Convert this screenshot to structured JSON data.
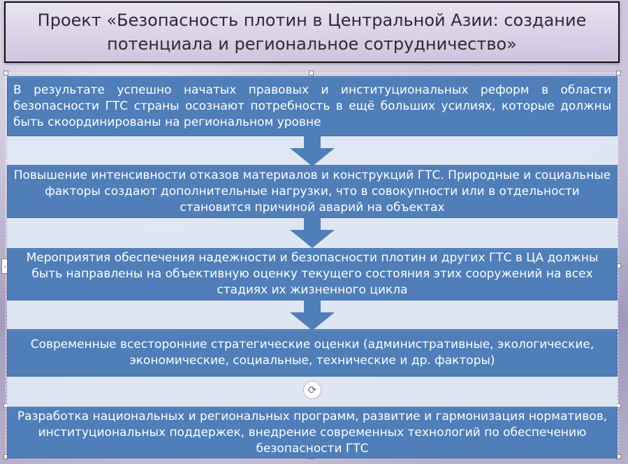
{
  "title": "Проект «Безопасность плотин в Центральной Азии: создание\nпотенциала и региональное сотрудничество»",
  "steps": [
    {
      "text": "В результате успешно начатых правовых и институциональных реформ в области безопасности ГТС страны осознают потребность в ещё больших усилиях, которые должны быть скоординированы на региональном уровне"
    },
    {
      "text": "Повышение интенсивности отказов материалов и конструкций ГТС. Природные и социальные факторы создают дополнительные нагрузки, что в совокупности или в отдельности становится причиной аварий на объектах"
    },
    {
      "text": "Мероприятия обеспечения надежности и безопасности плотин и других ГТС в ЦА должны быть направлены на объективную оценку текущего состояния этих сооружений на всех стадиях их жизненного цикла"
    },
    {
      "text": "Современные всесторонние стратегические оценки (административные, экологические, экономические, социальные, технические и др. факторы)"
    },
    {
      "text": "Разработка национальных и региональных программ, развитие и гармонизация нормативов, институциональных поддержек, внедрение современных технологий по обеспечению безопасности ГТС"
    }
  ],
  "icons": {
    "flow_arrow": "down-arrow-icon",
    "refresh": "refresh-icon",
    "collapse": "collapse-left-icon"
  },
  "colors": {
    "step_fill": "#4f7eb8",
    "connector_fill": "#e0e8f4",
    "title_text": "#2f2a38"
  }
}
